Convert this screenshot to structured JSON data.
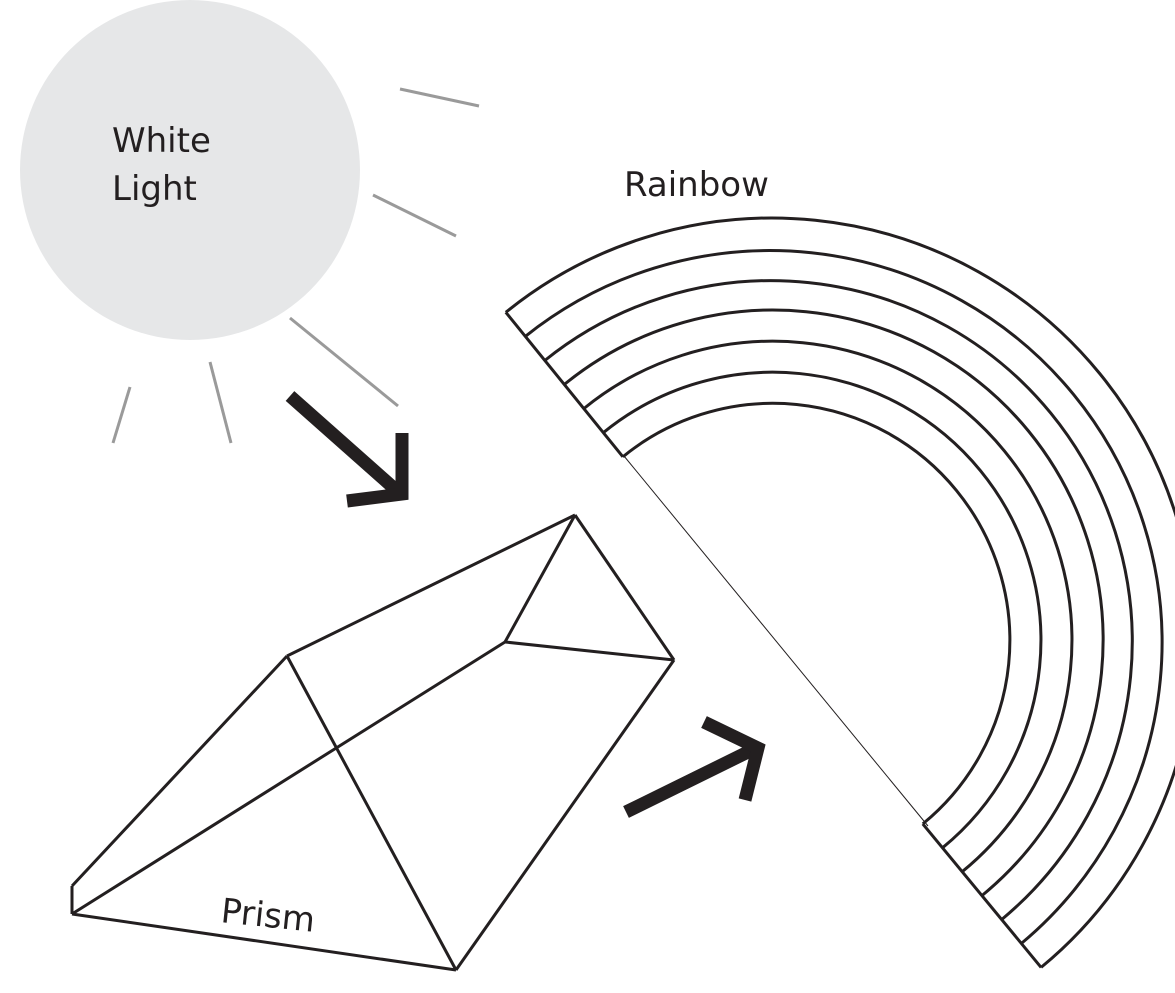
{
  "sun": {
    "label_line1": "White",
    "label_line2": "Light",
    "fill_color": "#e6e7e8",
    "ray_color": "#9a9a9a"
  },
  "rainbow": {
    "label": "Rainbow",
    "band_count": 6
  },
  "prism": {
    "label": "Prism"
  },
  "arrows": {
    "incoming_icon": "arrow-down-right-icon",
    "outgoing_icon": "arrow-up-right-icon"
  },
  "colors": {
    "line": "#231f20",
    "background": "#ffffff"
  }
}
